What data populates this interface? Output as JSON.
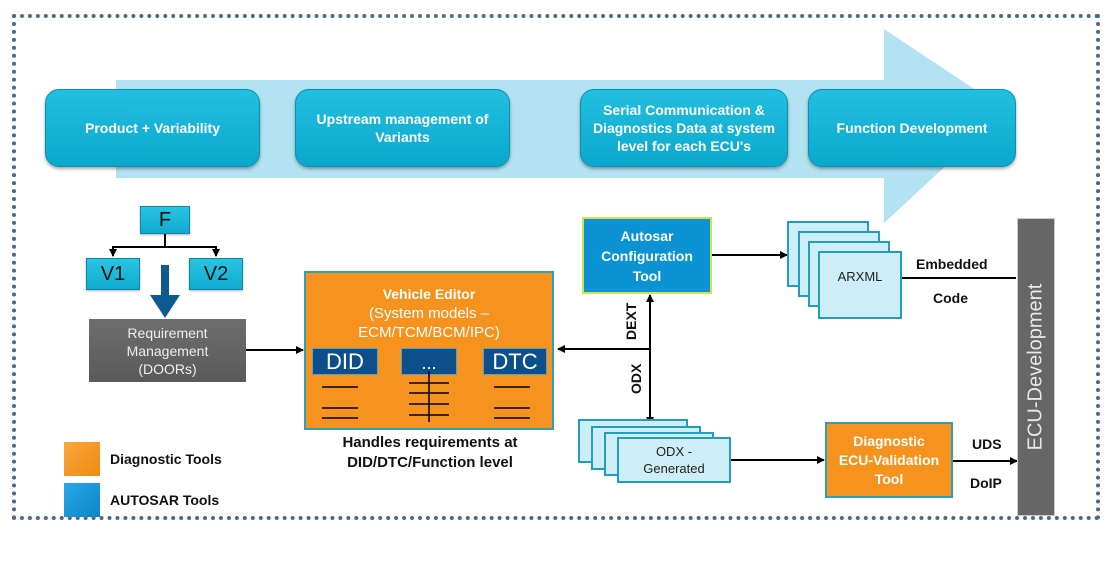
{
  "process_flow": {
    "stages": [
      {
        "label": "Product + Variability"
      },
      {
        "label": "Upstream management of Variants"
      },
      {
        "label": "Serial Communication & Diagnostics Data at system level for each ECU's"
      },
      {
        "label": "Function Development"
      }
    ]
  },
  "variant_tree": {
    "root": "F",
    "children": [
      "V1",
      "V2"
    ]
  },
  "requirement_management": {
    "line1": "Requirement",
    "line2": "Management",
    "line3": "(DOORs)"
  },
  "vehicle_editor": {
    "title": "Vehicle Editor",
    "subtitle1": "(System models –",
    "subtitle2": "ECM/TCM/BCM/IPC)",
    "columns": [
      "DID",
      "...",
      "DTC"
    ],
    "caption1": "Handles requirements at",
    "caption2": "DID/DTC/Function level"
  },
  "autosar_tool": {
    "line1": "Autosar",
    "line2": "Configuration",
    "line3": "Tool"
  },
  "arxml": {
    "label": "ARXML"
  },
  "odx_generated": {
    "line1": "ODX -",
    "line2": "Generated"
  },
  "diag_tool": {
    "line1": "Diagnostic",
    "line2": "ECU-Validation",
    "line3": "Tool"
  },
  "ecu_development": {
    "label": "ECU-Development"
  },
  "connection_labels": {
    "dext": "DEXT",
    "odx": "ODX",
    "embedded": "Embedded",
    "code": "Code",
    "uds": "UDS",
    "doip": "DoIP"
  },
  "legend": {
    "items": [
      {
        "label": "Diagnostic Tools",
        "color": "#f6921e"
      },
      {
        "label": "AUTOSAR Tools",
        "color": "#0b93d3"
      }
    ]
  },
  "colors": {
    "stage": "#10aecf",
    "arrow_band": "#b3e2f2",
    "orange": "#f6921e",
    "autosar_blue": "#0b93d3",
    "gray": "#666666",
    "frame_dots": "#4a6a89"
  }
}
